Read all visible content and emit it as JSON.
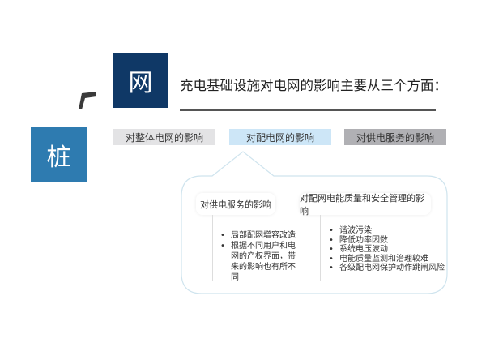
{
  "header": {
    "square_top": "网",
    "square_left": "桩",
    "title": "充电基础设施对电网的影响主要从三个方面："
  },
  "tabs": [
    {
      "label": "对整体电网的影响"
    },
    {
      "label": "对配电网的影响"
    },
    {
      "label": "对供电服务的影响"
    }
  ],
  "detail": {
    "left": {
      "heading": "对供电服务的影响",
      "items": [
        "局部配网增容改造",
        "根据不同用户和电网的产权界面，带来的影响也有所不同"
      ]
    },
    "right": {
      "heading": "对配网电能质量和安全管理的影响",
      "items": [
        "谐波污染",
        "降低功率因数",
        "系统电压波动",
        "电能质量监测和治理较难",
        "各级配电网保护动作跳闸风险"
      ]
    }
  },
  "colors": {
    "navy": "#0f3866",
    "blue": "#2e7bb0",
    "active_tab": "#cde6f7"
  }
}
